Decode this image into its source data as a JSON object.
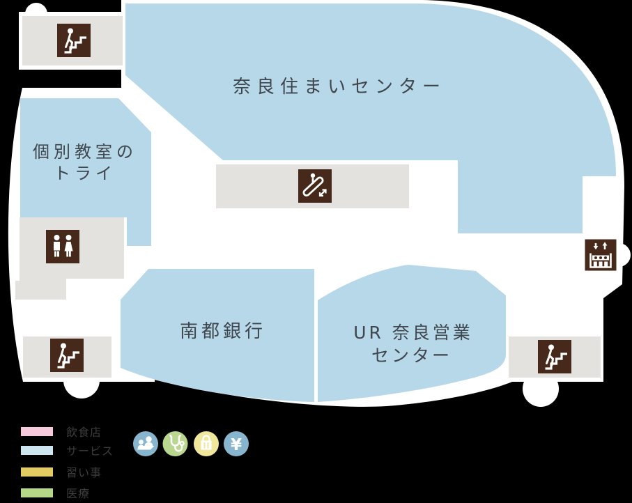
{
  "map": {
    "tenants": {
      "nara_sumai_center": {
        "label": "奈良住まいセンター",
        "category": "サービス"
      },
      "kobetsu_try": {
        "line1": "個別教室の",
        "line2": "トライ",
        "category": "サービス"
      },
      "nanto_bank": {
        "label": "南都銀行",
        "category": "サービス"
      },
      "ur_nara": {
        "line1": "UR 奈良営業",
        "line2": "センター",
        "category": "サービス"
      }
    },
    "facilities": {
      "stairs_nw": "stairs-icon",
      "escalator": "escalator-icon",
      "restroom": "restroom-icon",
      "stairs_sw": "stairs-icon",
      "stairs_se": "stairs-icon",
      "elevator": "elevator-icon"
    }
  },
  "legend": {
    "categories": [
      {
        "label": "飲食店",
        "color": "#f6c9dc"
      },
      {
        "label": "サービス",
        "color": "#cde5ee"
      },
      {
        "label": "習い事",
        "color": "#e3cb63"
      },
      {
        "label": "医療",
        "color": "#b5d888"
      }
    ],
    "service_icons": [
      {
        "name": "reception-icon",
        "color": "#86b5cd"
      },
      {
        "name": "stethoscope-icon",
        "color": "#b9d78e"
      },
      {
        "name": "shopping-bag-icon",
        "color": "#f0e69c"
      },
      {
        "name": "yen-icon",
        "color": "#86b5cd",
        "glyph": "¥"
      }
    ]
  },
  "colors": {
    "background": "#000000",
    "building_white": "#ffffff",
    "area_service": "#b7d8e9",
    "area_common": "#e4e2df",
    "icon_brown": "#46291a",
    "label_text": "#3f464d",
    "legend_text": "#3d3d3d"
  }
}
